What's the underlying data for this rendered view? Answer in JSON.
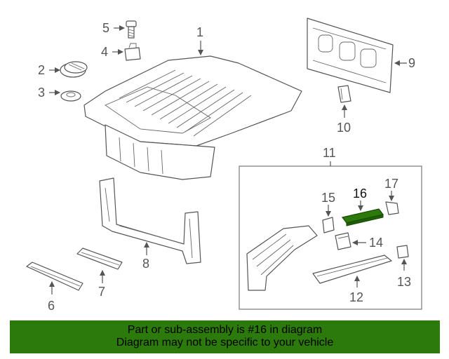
{
  "diagram": {
    "callouts": {
      "c1": "1",
      "c2": "2",
      "c3": "3",
      "c4": "4",
      "c5": "5",
      "c6": "6",
      "c7": "7",
      "c8": "8",
      "c9": "9",
      "c10": "10",
      "c11": "11",
      "c12": "12",
      "c13": "13",
      "c14": "14",
      "c15": "15",
      "c16": "16",
      "c17": "17"
    },
    "highlight_color": "#2c7a0c"
  },
  "banner": {
    "line1": "Part or sub-assembly is #16 in diagram",
    "line2": "Diagram may not be specific to your vehicle",
    "color": "#2c7a0c"
  }
}
